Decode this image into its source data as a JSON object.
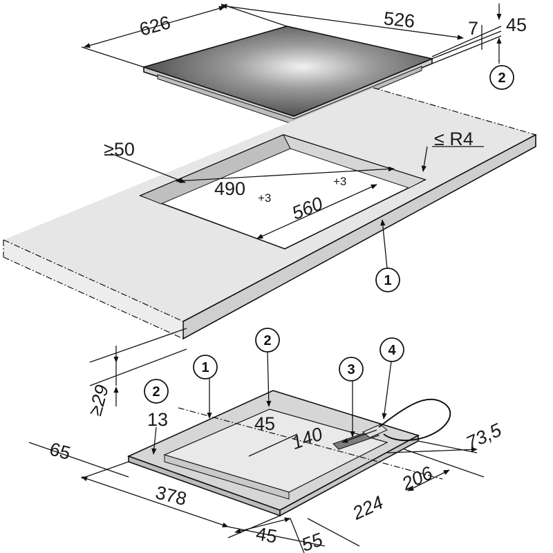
{
  "hob_dimensions": {
    "width": "626",
    "depth": "526",
    "glass_thickness": "7",
    "overall_height": "45"
  },
  "cutout": {
    "min_front_distance": "≥50",
    "width": "490",
    "width_tolerance": "+3",
    "depth": "560",
    "depth_tolerance": "+3",
    "corner_radius": "≤ R4",
    "min_worktop_thickness": "≥29"
  },
  "underside": {
    "dim_13": "13",
    "dim_45_top": "45",
    "dim_140": "140",
    "dim_73_5": "73,5",
    "dim_65": "65",
    "dim_206": "206",
    "dim_224": "224",
    "dim_378": "378",
    "dim_45_bottom": "45",
    "dim_55": "55"
  },
  "callouts": {
    "c1": "1",
    "c2": "2",
    "c3": "3",
    "c4": "4"
  },
  "colors": {
    "worktop": "#e6e6e6",
    "glass_dark": "#3a3a3a",
    "glass_light": "#dcdcdc",
    "line": "#111111",
    "underside": "#d0d0d0"
  }
}
